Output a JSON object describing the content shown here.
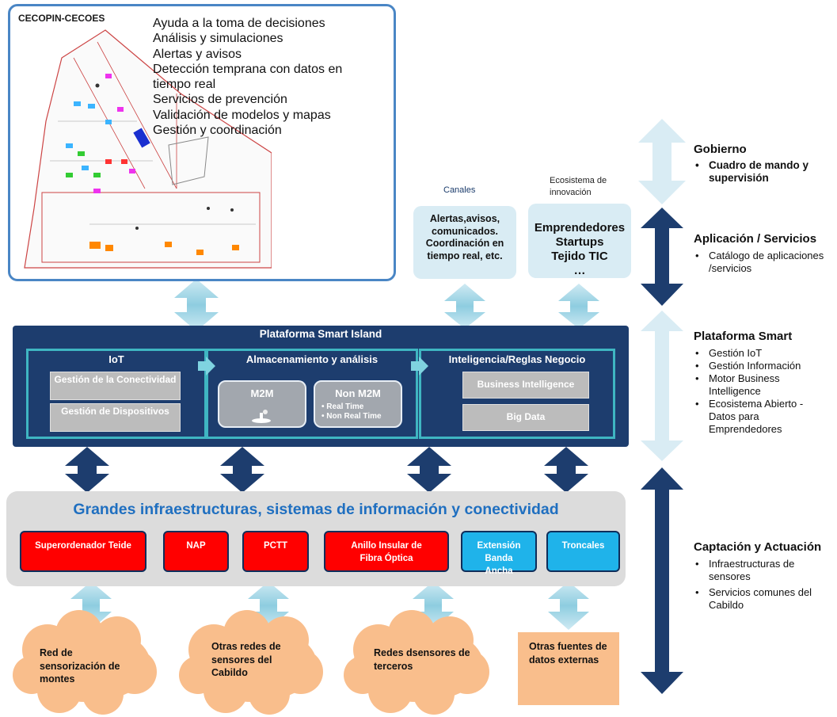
{
  "cecopin": {
    "title": "CECOPIN-CECOES",
    "items": [
      "Ayuda a la toma de decisiones",
      "Análisis y simulaciones",
      "Alertas y avisos",
      "Detección temprana con datos en tiempo real",
      "Servicios de prevención",
      "Validación de modelos y mapas",
      "Gestión y coordinación"
    ]
  },
  "canales": {
    "label": "Canales",
    "text": "Alertas,avisos, comunicados. Coordinación en tiempo real, etc."
  },
  "ecosistema": {
    "label": "Ecosistema de innovación",
    "lines": [
      "Emprendedores",
      "Startups",
      "Tejido TIC",
      "…"
    ]
  },
  "platform": {
    "title": "Plataforma Smart Island",
    "iot": {
      "title": "IoT",
      "items": [
        "Gestión de la Conectividad",
        "Gestión de Dispositivos"
      ]
    },
    "storage": {
      "title": "Almacenamiento y análisis",
      "m2m": "M2M",
      "non_m2m": "Non M2M",
      "non_m2m_items": [
        "Real Time",
        "Non Real Time"
      ]
    },
    "intel": {
      "title": "Inteligencia/Reglas Negocio",
      "items": [
        "Business Intelligence",
        "Big Data"
      ]
    }
  },
  "infra": {
    "title": "Grandes infraestructuras, sistemas de información y conectividad",
    "items": [
      {
        "label": "Superordenador Teide",
        "color": "#ff0000"
      },
      {
        "label": "NAP",
        "color": "#ff0000"
      },
      {
        "label": "PCTT",
        "color": "#ff0000"
      },
      {
        "label": "Anillo Insular de Fibra Óptica",
        "color": "#ff0000"
      },
      {
        "label": "Extensión Banda Ancha",
        "color": "#1fb3ea"
      },
      {
        "label": "Troncales",
        "color": "#1fb3ea"
      }
    ]
  },
  "sources": [
    {
      "text": "Red de sensorización de montes"
    },
    {
      "text": "Otras redes de sensores del Cabildo"
    },
    {
      "text": "Redes dsensores de terceros"
    },
    {
      "text": "Otras fuentes de datos externas"
    }
  ],
  "layers": [
    {
      "title": "Gobierno",
      "items": [
        "Cuadro de mando y supervisión"
      ]
    },
    {
      "title": "Aplicación / Servicios",
      "items": [
        "Catálogo de aplicaciones /servicios"
      ]
    },
    {
      "title": "Plataforma Smart",
      "items": [
        "Gestión IoT",
        "Gestión Información",
        "Motor Business Intelligence",
        "Ecosistema Abierto - Datos para Emprendedores"
      ]
    },
    {
      "title": "Captación y Actuación",
      "items": [
        "Infraestructuras de sensores",
        "Servicios comunes del Cabildo"
      ]
    }
  ],
  "colors": {
    "platform": "#1d3d6e",
    "panel_border": "#3fb6c2",
    "light_arrow": "#8fcfe0",
    "dark_arrow": "#1d3d6e",
    "cloud": "#f9be8c",
    "infra_title": "#1f6fc0"
  }
}
